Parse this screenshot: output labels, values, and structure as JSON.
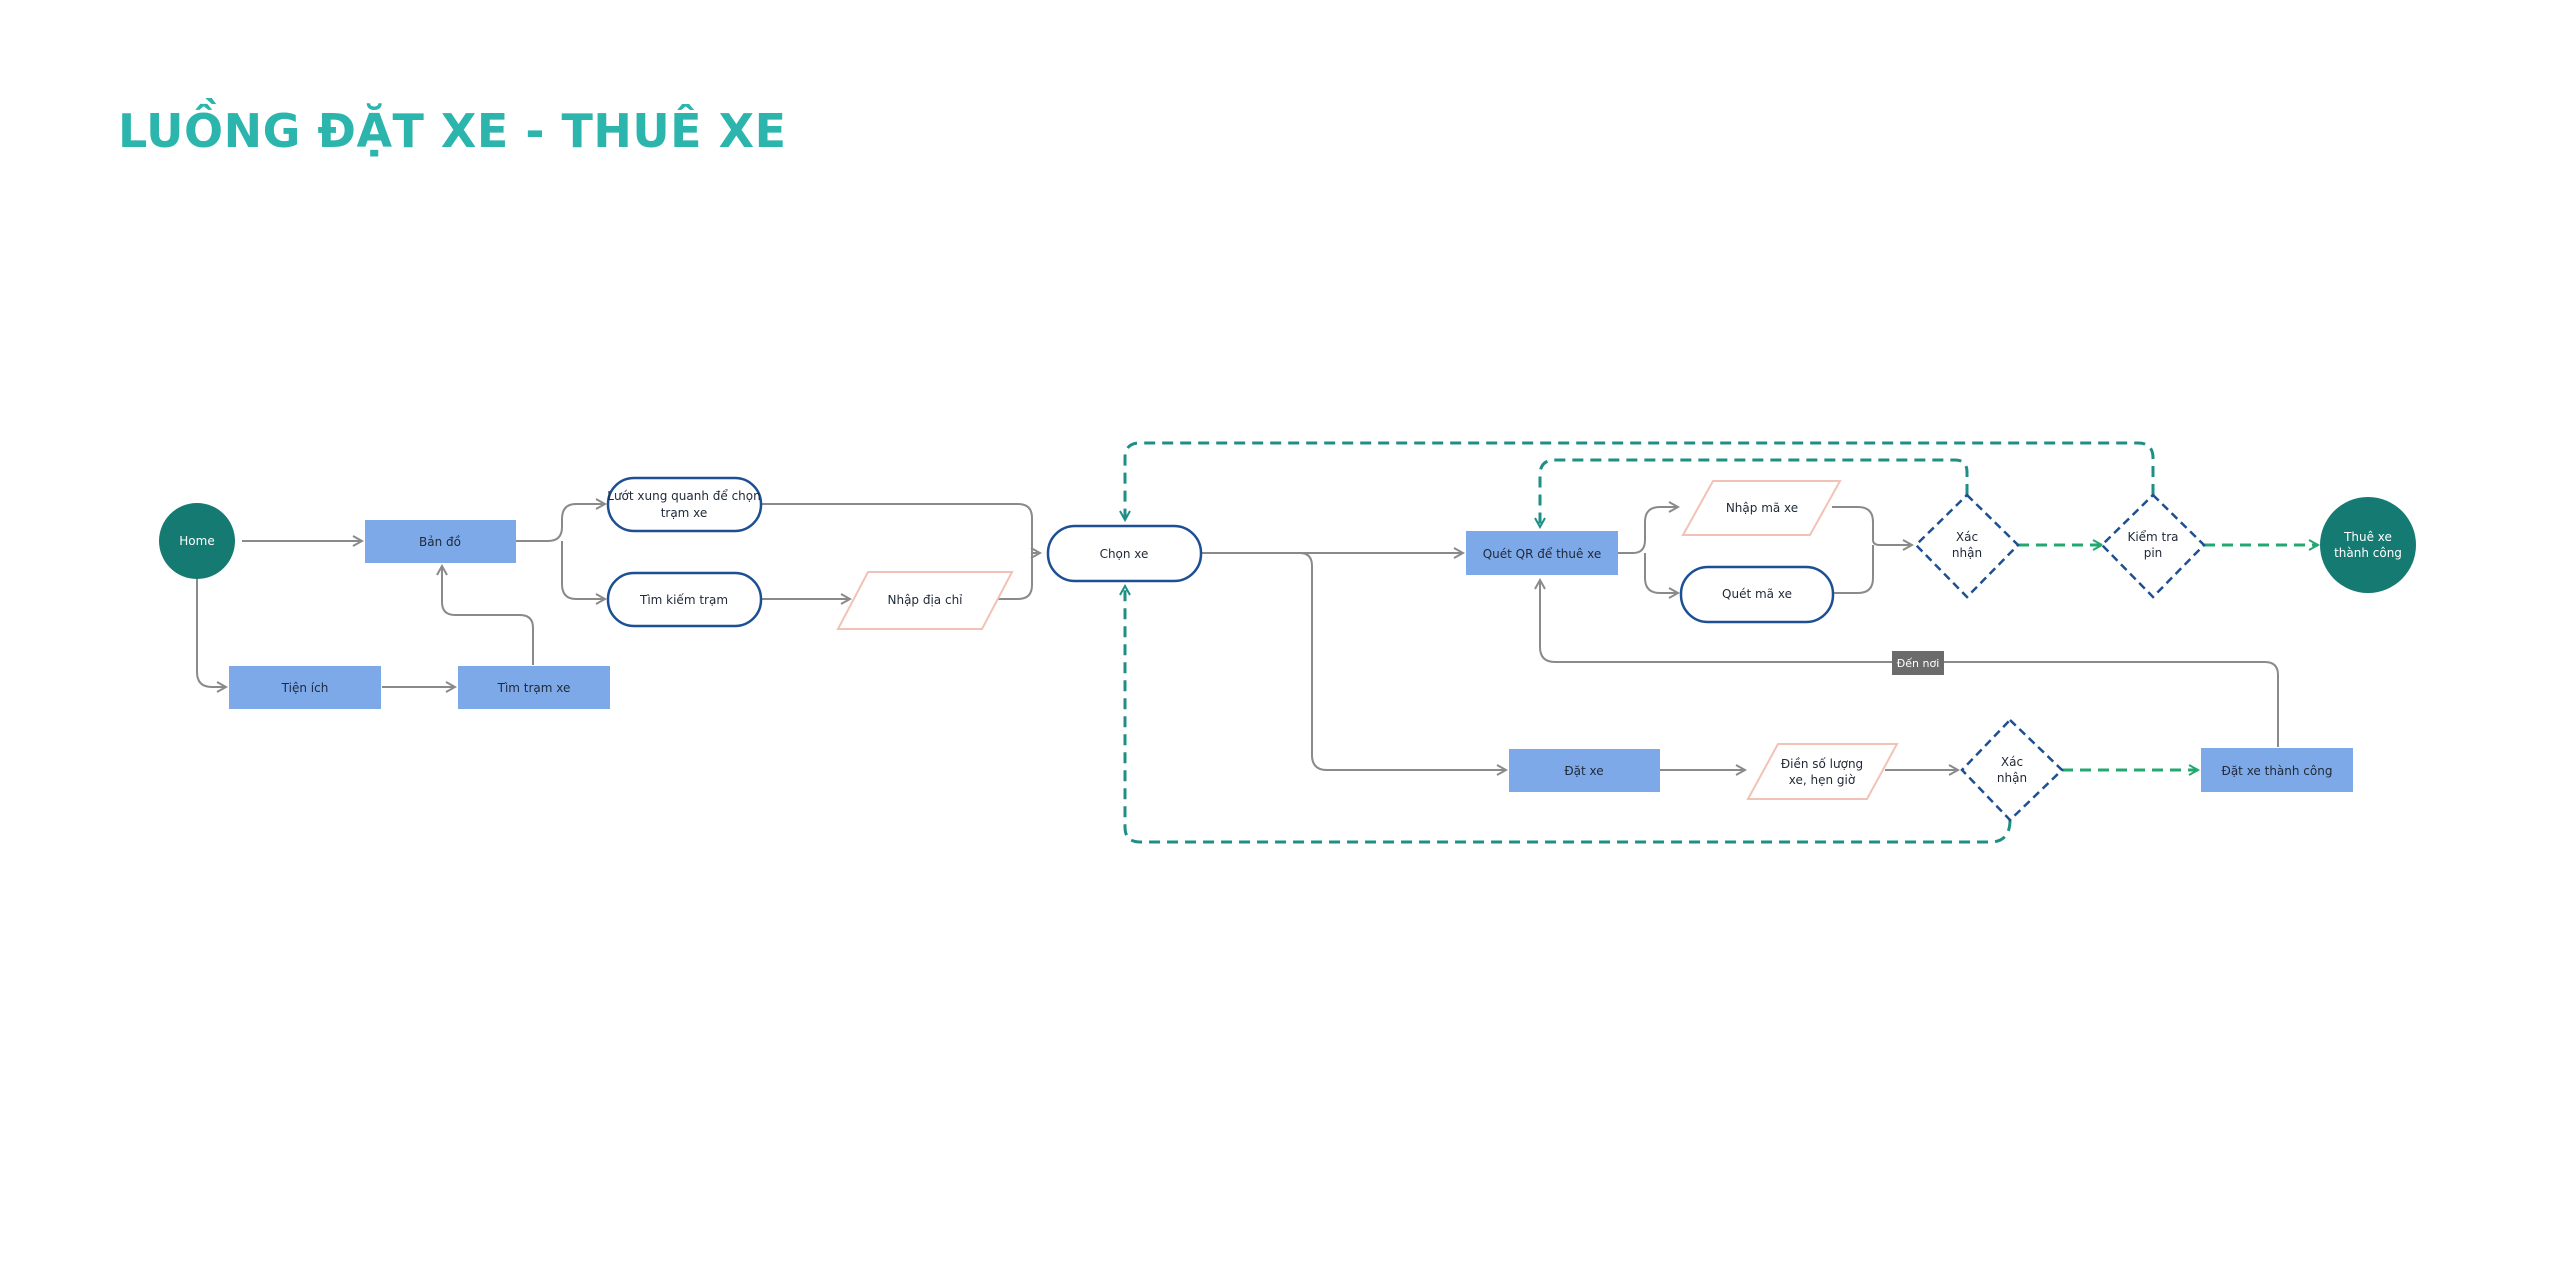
{
  "title": "LUỒNG ĐẶT XE - THUÊ XE",
  "colors": {
    "title": "#2cb5ad",
    "terminal": "#157a72",
    "process": "#7ea9e8",
    "pill_border": "#1c4f93",
    "io_border": "#f2c2b6",
    "decision_border": "#1c4f93",
    "arrow": "#8a8a8a",
    "dashed_flow": "#23a96f",
    "loop": "#1f8f86",
    "tag": "#6b6b6b"
  },
  "nodes": {
    "home": "Home",
    "ban_do": "Bản đồ",
    "tien_ich": "Tiện ích",
    "tim_tram_xe": "Tìm trạm xe",
    "luot_xung_quanh": [
      "Lướt xung quanh để chọn",
      "trạm xe"
    ],
    "tim_kiem_tram": "Tìm kiếm trạm",
    "nhap_dia_chi": "Nhập địa chỉ",
    "chon_xe": "Chọn xe",
    "quet_qr": "Quét QR để thuê xe",
    "nhap_ma_xe": "Nhập mã xe",
    "quet_ma_xe": "Quét mã xe",
    "xac_nhan_1": [
      "Xác",
      "nhận"
    ],
    "kiem_tra_pin": [
      "Kiểm tra",
      "pin"
    ],
    "thue_xe_thanh_cong": [
      "Thuê xe",
      "thành công"
    ],
    "dat_xe": "Đặt xe",
    "dien_so_luong": [
      "Điền số lượng",
      "xe, hẹn giờ"
    ],
    "xac_nhan_2": [
      "Xác",
      "nhận"
    ],
    "dat_xe_thanh_cong": "Đặt xe thành công",
    "den_noi": "Đến nơi"
  }
}
